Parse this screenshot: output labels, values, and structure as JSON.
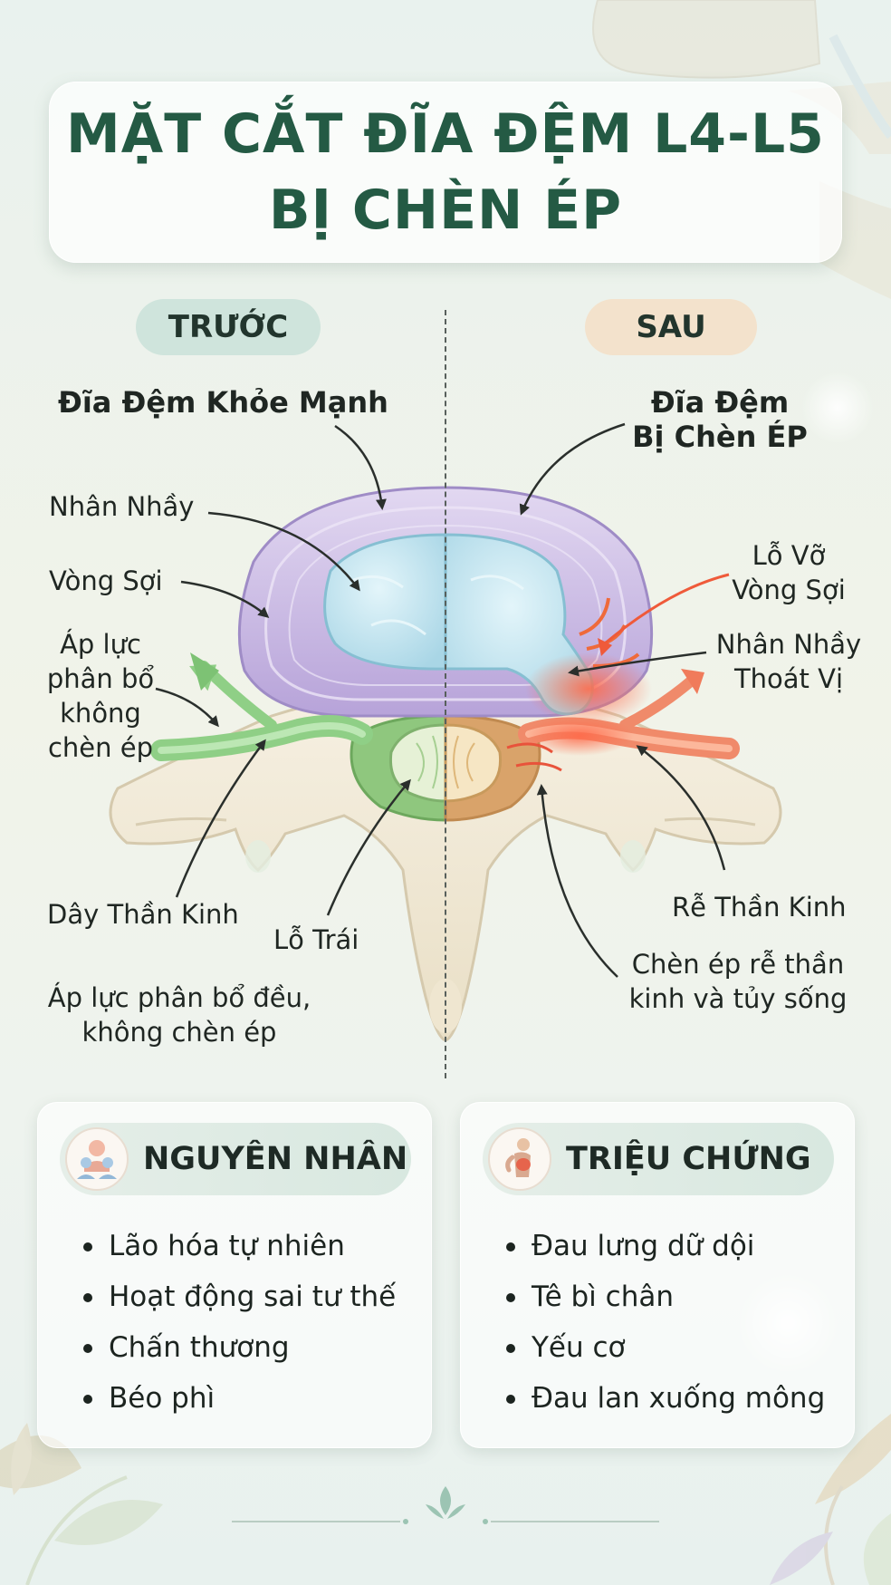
{
  "title": {
    "line1": "MẶT CẮT ĐĨA ĐỆM L4-L5",
    "line2": "BỊ CHÈN ÉP"
  },
  "before": {
    "pill": "TRƯỚC",
    "heading": "Đĩa Đệm Khỏe Mạnh",
    "nucleus": "Nhân Nhầy",
    "annulus": "Vòng Sợi",
    "pressure_lines": [
      "Áp lực",
      "phân bổ",
      "không",
      "chèn ép"
    ],
    "nerve": "Dây Thần Kinh",
    "foramen": "Lỗ Trái",
    "summary_lines": [
      "Áp lực phân bổ đều,",
      "không chèn ép"
    ]
  },
  "after": {
    "pill": "SAU",
    "heading_lines": [
      "Đĩa Đệm",
      "Bị Chèn ÉP"
    ],
    "tear_lines": [
      "Lỗ Vỡ",
      "Vòng Sợi"
    ],
    "herniation_lines": [
      "Nhân Nhầy",
      "Thoát Vị"
    ],
    "nerve_root": "Rễ Thần Kinh",
    "compression_lines": [
      "Chèn ép rễ thần",
      "kinh và tủy sống"
    ]
  },
  "causes": {
    "title": "NGUYÊN NHÂN",
    "icon": "people-icon",
    "items": [
      "Lão hóa tự nhiên",
      "Hoạt động sai tư thế",
      "Chấn thương",
      "Béo phì"
    ]
  },
  "symptoms": {
    "title": "TRIỆU CHỨNG",
    "icon": "back-pain-icon",
    "items": [
      "Đau lưng dữ dội",
      "Tê bì chân",
      "Yếu cơ",
      "Đau lan xuống mông"
    ]
  },
  "colors": {
    "title_green": "#245a44",
    "annulus_purple": "#cbb9e3",
    "nucleus_blue": "#bfe3ee",
    "nerve_green": "#8fcf86",
    "inflamed_red": "#e8533b",
    "bone": "#f1ead8"
  }
}
